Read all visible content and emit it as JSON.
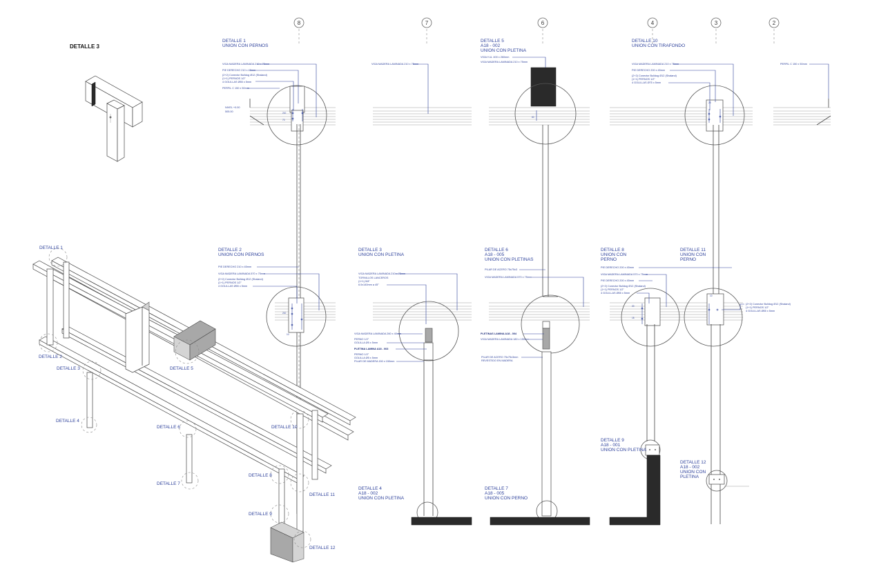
{
  "sheet": {
    "header": "DETALLE 3"
  },
  "grid": [
    "8",
    "7",
    "6",
    "4",
    "3",
    "2"
  ],
  "details": {
    "d1": {
      "lines": [
        "DETALLE 1",
        "UNION CON PERNOS"
      ],
      "notes": [
        "VIGA MADERA LAMINADA 210 x 75mm",
        "PIE DERECHO 210 x 45mm",
        "(2+2) Conector Bulldog Ø12 (Shaland)",
        "(1+1) PERNOS 1/2\"",
        "4 GOLILLAS Ø55 x 5mm",
        "PERFIL C 150 x 50mm"
      ],
      "level": [
        "NIVEL +0.00",
        "505.00"
      ]
    },
    "d7top": {
      "notes": [
        "VIGA MADERA LAMINADA 210 x 75mm"
      ]
    },
    "d5": {
      "lines": [
        "DETALLE 5",
        "A18 - 002",
        "UNION CON PLETINA"
      ],
      "notes": [
        "VIGA H.A. 400 x 260mm",
        "VIGA MADERA LAMINADA 210 x 75mm"
      ]
    },
    "d10": {
      "lines": [
        "DETALLE 10",
        "UNION CON TIRAFONDO"
      ],
      "notes": [
        "VIGA MADERA LAMINADA 210 x 75mm",
        "PIE DERECHO 200 x 45mm",
        "(2+2) Conector Bulldog Ø12 (Shaland)",
        "(1+1) PERNOS 1/2\"",
        "4 GOLILLAS Ø75 x 5mm"
      ]
    },
    "d2top": {
      "notes": [
        "PERFIL C 150 x 50mm"
      ]
    },
    "d2": {
      "lines": [
        "DETALLE 2",
        "UNION CON PERNOS"
      ],
      "notes": [
        "PIE DERECHO 210 x 45mm",
        "VIGA MADERA LAMINADA 570 x 75mm",
        "(2+2) Conector Bulldog Ø12 (Shaland)",
        "(1+1) PERNOS 1/2\"",
        "4 GOLILLAS Ø55 x 5mm"
      ]
    },
    "d3": {
      "lines": [
        "DETALLE 3",
        "UNION CON PLETINA"
      ],
      "notes": [
        "VIGA MADERA LAMINADA 210 x 75mm",
        "TORNILLOS LANCEROS",
        "(1+1) 5/8\"",
        "6.0x140mm a 45°",
        "VIGA MADERA LAMINADA 260 x 40mm",
        "PERNO 1/2\"",
        "GOLILLA Ø5 x 5mm"
      ],
      "bold": "PLETINA LAMINA A18 - 003",
      "notes2": [
        "PERNO 1/2\"",
        "GOLILLA Ø5 x 5mm",
        "PILAR DE MADERA 150 x 150mm"
      ]
    },
    "d6": {
      "lines": [
        "DETALLE 6",
        "A18 - 005",
        "UNION CON PLETINAS"
      ],
      "notes": [
        "PILAR DE ACERO 75x75x3",
        "VIGA MADERA LAMINADA 570 x 75mm"
      ],
      "bold": "PLETINAS LAMINA A18 - 004",
      "notes2": [
        "VIGA MADERA LAMINADA 180 x 150mm",
        "PILAR DE ACERO 75x75x3mm",
        "REVESTIDO EN MADERA"
      ]
    },
    "d8": {
      "lines": [
        "DETALLE 8",
        "UNION CON",
        "PERNO"
      ],
      "notes": [
        "PIE DERECHO 200 x 45mm",
        "VIGA MADERA LAMINADA 570 x 75mm",
        "PIE DERECHO 200 x 45mm",
        "(2+2) Conector Bulldog Ø12 (Shaland)",
        "(1+1) PERNOS 1/2\"",
        "4 GOLILLAS Ø55 x 5mm"
      ]
    },
    "d11": {
      "lines": [
        "DETALLE 11",
        "UNION CON",
        "PERNO"
      ],
      "notes": [
        "(2+2) Conector Bulldog Ø12 (Shaland)",
        "(1+1) PERNOS 1/2\"",
        "4 GOLILLAS Ø55 x 5mm"
      ]
    },
    "d4": {
      "lines": [
        "DETALLE 4",
        "A18 - 002",
        "UNION CON PLETINA"
      ]
    },
    "d7": {
      "lines": [
        "DETALLE 7",
        "A18 - 005",
        "UNION CON PERNO"
      ]
    },
    "d9": {
      "lines": [
        "DETALLE 9",
        "A18 - 001",
        "UNION CON PLETINA"
      ]
    },
    "d12": {
      "lines": [
        "DETALLE 12",
        "A18 - 002",
        "UNION CON",
        "PLETINA"
      ]
    }
  },
  "iso_labels": [
    "DETALLE 1",
    "DETALLE 2",
    "DETALLE 3",
    "DETALLE 4",
    "DETALLE 5",
    "DETALLE 6",
    "DETALLE 7",
    "DETALLE 8",
    "DETALLE 9",
    "DETALLE 10",
    "DETALLE 11",
    "DETALLE 12"
  ],
  "dims": [
    "210",
    "70",
    "60",
    "25",
    "10",
    "20",
    "18"
  ]
}
